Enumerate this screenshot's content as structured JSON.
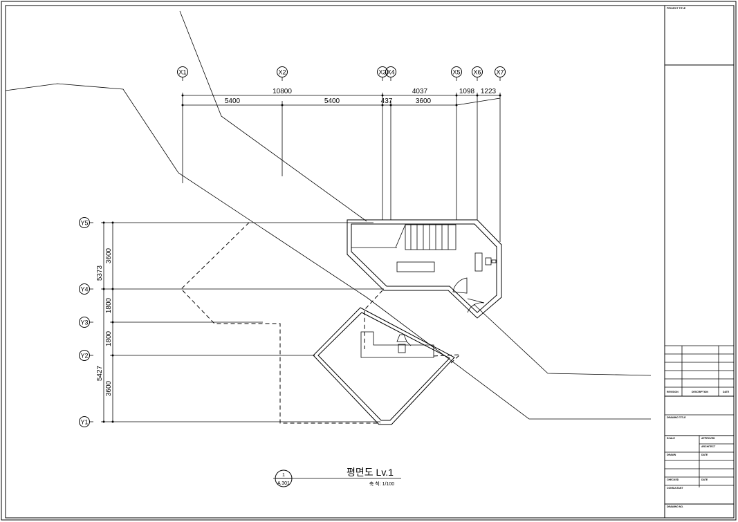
{
  "grid_x": [
    {
      "label": "X1"
    },
    {
      "label": "X2"
    },
    {
      "label": "X3"
    },
    {
      "label": "X4"
    },
    {
      "label": "X5"
    },
    {
      "label": "X6"
    },
    {
      "label": "X7"
    }
  ],
  "grid_y": [
    {
      "label": "Y5"
    },
    {
      "label": "Y4"
    },
    {
      "label": "Y3"
    },
    {
      "label": "Y2"
    },
    {
      "label": "Y1"
    }
  ],
  "dims_top_outer": [
    "10800",
    "4037",
    "1098",
    "1223"
  ],
  "dims_top_inner": [
    "5400",
    "5400",
    "437",
    "3600"
  ],
  "dims_left_outer": [
    "5373",
    "5427"
  ],
  "dims_left_inner": [
    "3600",
    "1800",
    "1800",
    "3600"
  ],
  "drawing_title": {
    "title": "평면도 Lv.1",
    "scale": "축 척: 1/100",
    "ref_number": "1",
    "ref_sheet": "A 301"
  },
  "title_block": {
    "project_title": "PROJECT TITLE",
    "revision": "REVISION",
    "description": "DESCRIPTION",
    "date": "DATE",
    "drawing_title": "DRAWING TITLE",
    "scale": "SCALE",
    "approved": "APPROVED",
    "architect": "ARCHITECT",
    "drawn": "DRAWN",
    "date2": "DATE",
    "checked": "CHECKED",
    "date3": "DATE",
    "consultant": "CONSULTANT",
    "drawing_no": "DRAWING NO."
  }
}
